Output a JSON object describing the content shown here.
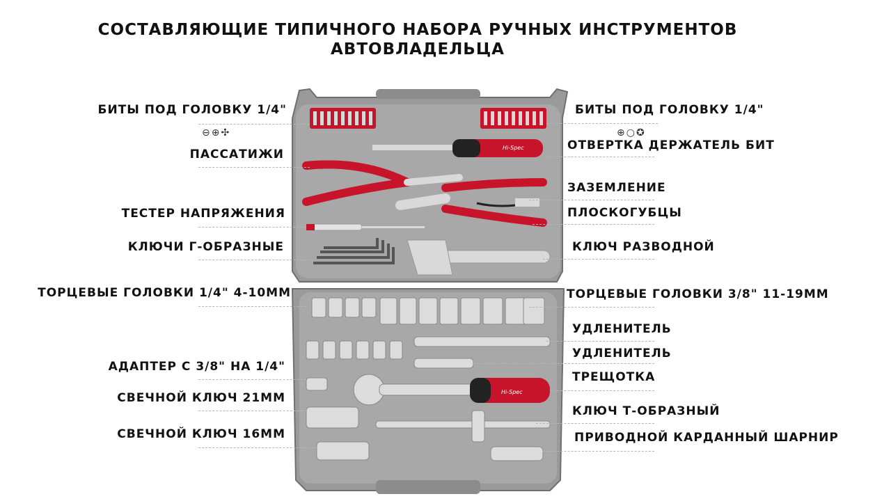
{
  "title": {
    "line1": "СОСТАВЛЯЮЩИЕ ТИПИЧНОГО НАБОРА РУЧНЫХ ИНСТРУМЕНТОВ",
    "line2": "АВТОВЛАДЕЛЬЦА"
  },
  "labels_left": {
    "bits": "БИТЫ ПОД ГОЛОВКУ 1/4\"",
    "pliers": "ПАССАТИЖИ",
    "tester": "ТЕСТЕР НАПРЯЖЕНИЯ",
    "hex_keys": "КЛЮЧИ Г-ОБРАЗНЫЕ",
    "sockets_small": "ТОРЦЕВЫЕ ГОЛОВКИ 1/4\" 4-10ММ",
    "adapter": "АДАПТЕР С 3/8\" НА 1/4\"",
    "spark21": "СВЕЧНОЙ КЛЮЧ 21ММ",
    "spark16": "СВЕЧНОЙ КЛЮЧ 16ММ"
  },
  "labels_right": {
    "bits": "БИТЫ ПОД ГОЛОВКУ 1/4\"",
    "screwdriver": "ОТВЕРТКА ДЕРЖАТЕЛЬ БИТ",
    "ground": "ЗАЗЕМЛЕНИЕ",
    "flat_pliers": "ПЛОСКОГУБЦЫ",
    "adjustable": "КЛЮЧ РАЗВОДНОЙ",
    "sockets_big": "ТОРЦЕВЫЕ ГОЛОВКИ 3/8\" 11-19ММ",
    "ext1": "УДЛЕНИТЕЛЬ",
    "ext2": "УДЛЕНИТЕЛЬ",
    "ratchet": "ТРЕЩОТКА",
    "t_key": "КЛЮЧ Т-ОБРАЗНЫЙ",
    "ujoint": "ПРИВОДНОЙ КАРДАННЫЙ ШАРНИР"
  },
  "bit_icons_left": "⊖⊕✣",
  "bit_icons_right": "⊕○✪",
  "brand": "Hi-Spec",
  "colors": {
    "case": "#9a9a9a",
    "case_dark": "#6f6f6f",
    "red": "#c8142a",
    "metal": "#d9d9d9"
  }
}
